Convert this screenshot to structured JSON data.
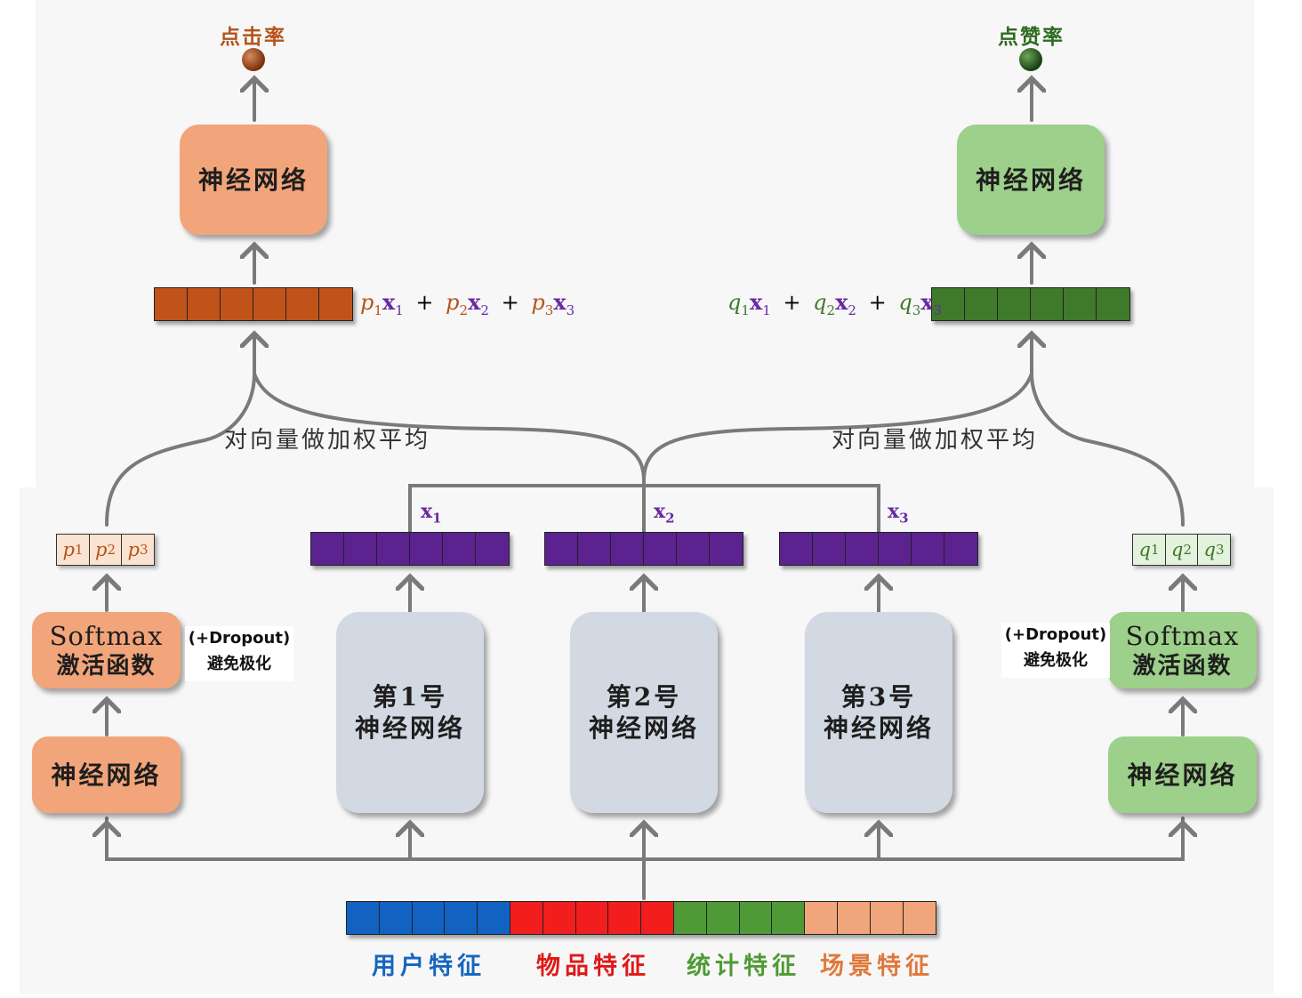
{
  "outputs": {
    "left": {
      "label": "点击率",
      "color": "#b5541a"
    },
    "right": {
      "label": "点赞率",
      "color": "#2e6b1f"
    }
  },
  "top_boxes": {
    "left": "神经网络",
    "right": "神经网络"
  },
  "weighted_label": "对向量做加权平均",
  "left_branch": {
    "nn": "神经网络",
    "softmax_line1": "Softmax",
    "softmax_line2": "激活函数",
    "note_line1": "(+Dropout)",
    "note_line2": "避免极化",
    "weights": [
      "p",
      "p",
      "p"
    ],
    "weight_subs": [
      "1",
      "2",
      "3"
    ]
  },
  "right_branch": {
    "nn": "神经网络",
    "softmax_line1": "Softmax",
    "softmax_line2": "激活函数",
    "note_line1": "(+Dropout)",
    "note_line2": "避免极化",
    "weights": [
      "q",
      "q",
      "q"
    ],
    "weight_subs": [
      "1",
      "2",
      "3"
    ]
  },
  "experts": [
    {
      "line1": "第1号",
      "line2": "神经网络",
      "vector": "x",
      "sub": "1"
    },
    {
      "line1": "第2号",
      "line2": "神经网络",
      "vector": "x",
      "sub": "2"
    },
    {
      "line1": "第3号",
      "line2": "神经网络",
      "vector": "x",
      "sub": "3"
    }
  ],
  "formula_left": {
    "w": "p",
    "x": "x",
    "subs": [
      "1",
      "2",
      "3"
    ],
    "op": "+"
  },
  "formula_right": {
    "w": "q",
    "x": "x",
    "subs": [
      "1",
      "2",
      "3"
    ],
    "op": "+"
  },
  "features": [
    {
      "label": "用户特征",
      "color": "#1565c0"
    },
    {
      "label": "物品特征",
      "color": "#e01818"
    },
    {
      "label": "统计特征",
      "color": "#4e9a34"
    },
    {
      "label": "场景特征",
      "color": "#e0783a"
    }
  ],
  "colors": {
    "left_vector": "#c0531a",
    "right_vector": "#3f7a2a",
    "expert_vector": "#5b2290",
    "wire": "#7a7a7a",
    "purple_text": "#6a2aa0",
    "orange_text": "#b5541a",
    "green_text": "#3f7a2a",
    "user_cell": "#1262c2",
    "item_cell": "#f21d1d",
    "stat_cell": "#4f9a36",
    "scene_cell": "#f0a57a"
  }
}
